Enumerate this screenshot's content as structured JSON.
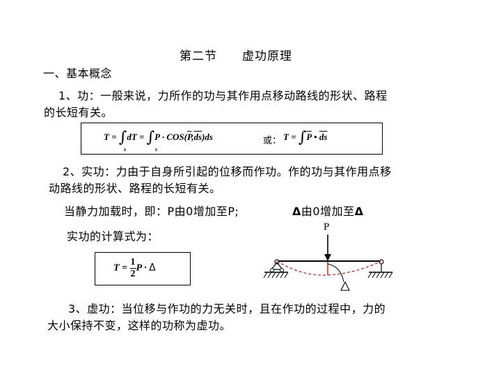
{
  "section_title": "第二节　　虚功原理",
  "heading_1": "一、基本概念",
  "item_1": {
    "line_1": "1、功：一般来说，力所作的功与其作用点移动路线的形状、路程",
    "line_2": "的长短有关。"
  },
  "formula_work": {
    "lhs": "T = ",
    "part_a": "dT = ",
    "int_sub": "s",
    "part_b": "P · COS(",
    "vec_p": "P",
    "comma": ",",
    "vec_ds": "ds",
    "close": ")ds",
    "or_label": "或：",
    "alt_lhs": "T = ",
    "alt_p": "P",
    "bullet": " • ",
    "alt_ds": "ds"
  },
  "item_2": {
    "line_1": "2、实功：力由于自身所引起的位移而作功。作的功与其作用点移",
    "line_2": "动路线的形状、路程的长短有关。"
  },
  "static_load": {
    "text": "当静力加载时，即：P由0增加至P;",
    "delta_sym": "Δ",
    "delta_text": "由0增加至",
    "delta_sym_2": "Δ"
  },
  "real_work_label": "实功的计算式为：",
  "formula_real": {
    "lhs": "T = ",
    "num": "1",
    "den": "2",
    "rhs": "P · ",
    "delta": "Δ"
  },
  "diagram": {
    "load_label": "P",
    "colors": {
      "beam": "#000000",
      "deflection": "#d62020",
      "arrow": "#000000"
    }
  },
  "item_3": {
    "line_1": "3、虚功：当位移与作功的力无关时，且在作功的过程中，力的",
    "line_2": "大小保持不变，这样的功称为虚功。"
  }
}
